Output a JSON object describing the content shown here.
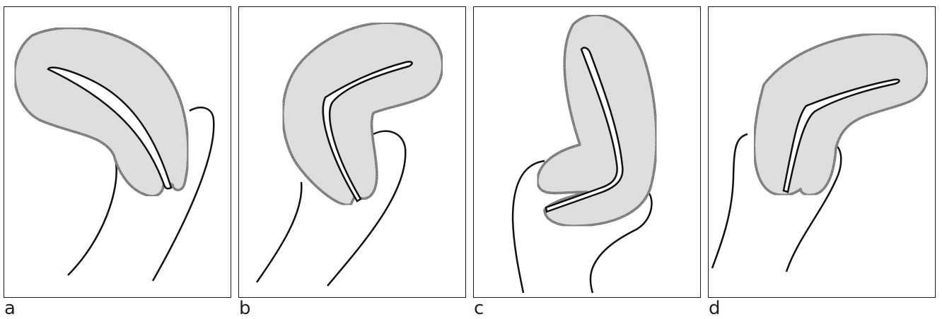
{
  "panels": [
    {
      "label": "a"
    },
    {
      "label": "b"
    },
    {
      "label": "c"
    },
    {
      "label": "d"
    }
  ],
  "colors": {
    "fill": "#d9d9d9",
    "stroke": "#111111",
    "background": "#ffffff"
  }
}
